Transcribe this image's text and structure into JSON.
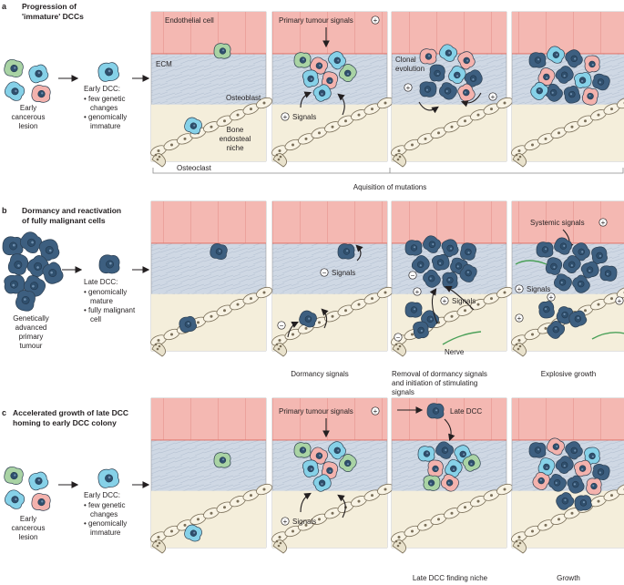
{
  "colors": {
    "vessel": "#f1b2ad",
    "vessel_dark": "#e58f89",
    "ecm": "#cdd6e3",
    "bone": "#f4eedb",
    "dcc_dark": "#3d5f80",
    "dcc_blue": "#86d1e8",
    "dcc_green": "#a9d3a4",
    "dcc_pink": "#f3b2ad",
    "nerve": "#4aa058"
  },
  "panel_a": {
    "letter": "a",
    "title_line1": "Progression of",
    "title_line2": "'immature' DCCs",
    "lesion_label_line1": "Early",
    "lesion_label_line2": "cancerous",
    "lesion_label_line3": "lesion",
    "early_dcc_title": "Early DCC:",
    "early_dcc_bullet1": "• few genetic",
    "early_dcc_bullet1b": "changes",
    "early_dcc_bullet2": "• genomically",
    "early_dcc_bullet2b": "immature",
    "endothelial": "Endothelial cell",
    "ecm": "ECM",
    "osteoblast": "Osteoblast",
    "niche_line1": "Bone",
    "niche_line2": "endosteal",
    "niche_line3": "niche",
    "osteoclast": "Osteoclast",
    "primary_signals": "Primary tumour signals",
    "signals": "Signals",
    "clonal_line1": "Clonal",
    "clonal_line2": "evolution",
    "acquisition": "Aquisition of mutations"
  },
  "panel_b": {
    "letter": "b",
    "title_line1": "Dormancy and reactivation",
    "title_line2": "of fully malignant cells",
    "tumour_line1": "Genetically",
    "tumour_line2": "advanced",
    "tumour_line3": "primary",
    "tumour_line4": "tumour",
    "late_dcc_title": "Late DCC:",
    "late_bullet1": "• genomically",
    "late_bullet1b": "mature",
    "late_bullet2": "• fully malignant",
    "late_bullet2b": "cell",
    "signals": "Signals",
    "systemic": "Systemic signals",
    "nerve": "Nerve",
    "caption2": "Dormancy signals",
    "caption3_line1": "Removal of dormancy signals",
    "caption3_line2": "and initiation of stimulating",
    "caption3_line3": "signals",
    "caption4": "Explosive growth"
  },
  "panel_c": {
    "letter": "c",
    "title_line1": "Accelerated growth of late DCC",
    "title_line2": "homing to early DCC colony",
    "lesion_label_line1": "Early",
    "lesion_label_line2": "cancerous",
    "lesion_label_line3": "lesion",
    "early_dcc_title": "Early DCC:",
    "early_dcc_bullet1": "• few genetic",
    "early_dcc_bullet1b": "changes",
    "early_dcc_bullet2": "• genomically",
    "early_dcc_bullet2b": "immature",
    "primary_signals": "Primary tumour signals",
    "signals": "Signals",
    "late_dcc": "Late DCC",
    "caption3": "Late DCC finding niche",
    "caption4": "Growth"
  },
  "symbols": {
    "plus": "+",
    "minus": "−"
  }
}
